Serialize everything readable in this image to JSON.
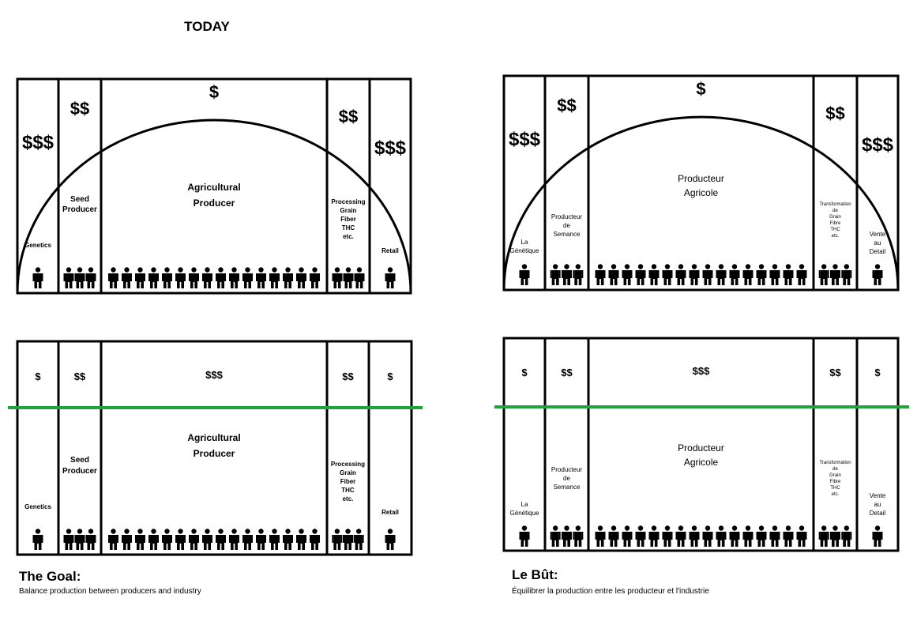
{
  "page": {
    "title": "TODAY",
    "goal_en": {
      "title": "The Goal:",
      "subtitle": "Balance production between producers and industry"
    },
    "goal_fr": {
      "title": "Le Bût:",
      "subtitle": "Équilibrer la production entre les producteur et l'industrie"
    }
  },
  "colors": {
    "line": "#000000",
    "balance_line": "#1fa33a"
  },
  "icons": {
    "person": "person-icon"
  },
  "panels": [
    {
      "id": "today-en",
      "columns": [
        {
          "label": [
            "Genetics"
          ],
          "money": "$$$",
          "people": 1
        },
        {
          "label": [
            "Seed",
            "Producer"
          ],
          "money": "$$",
          "people": 3
        },
        {
          "label": [
            "Agricultural",
            "Producer"
          ],
          "money": "$",
          "people": 16
        },
        {
          "label": [
            "Processing",
            "Grain",
            "Fiber",
            "THC",
            "etc."
          ],
          "money": "$$",
          "people": 3
        },
        {
          "label": [
            "Retail"
          ],
          "money": "$$$",
          "people": 1
        }
      ]
    },
    {
      "id": "today-fr",
      "columns": [
        {
          "label": [
            "La",
            "Génétique"
          ],
          "money": "$$$",
          "people": 1
        },
        {
          "label": [
            "Producteur",
            "de",
            "Semance"
          ],
          "money": "$$",
          "people": 3
        },
        {
          "label": [
            "Producteur",
            "Agricole"
          ],
          "money": "$",
          "people": 16
        },
        {
          "label": [
            "Transformation",
            "de",
            "Grain",
            "Fibre",
            "THC",
            "etc."
          ],
          "money": "$$",
          "people": 3
        },
        {
          "label": [
            "Vente",
            "au",
            "Detail"
          ],
          "money": "$$$",
          "people": 1
        }
      ]
    },
    {
      "id": "goal-en",
      "columns": [
        {
          "label": [
            "Genetics"
          ],
          "money": "$",
          "people": 1
        },
        {
          "label": [
            "Seed",
            "Producer"
          ],
          "money": "$$",
          "people": 3
        },
        {
          "label": [
            "Agricultural",
            "Producer"
          ],
          "money": "$$$",
          "people": 16
        },
        {
          "label": [
            "Processing",
            "Grain",
            "Fiber",
            "THC",
            "etc."
          ],
          "money": "$$",
          "people": 3
        },
        {
          "label": [
            "Retail"
          ],
          "money": "$",
          "people": 1
        }
      ]
    },
    {
      "id": "goal-fr",
      "columns": [
        {
          "label": [
            "La",
            "Génétique"
          ],
          "money": "$",
          "people": 1
        },
        {
          "label": [
            "Producteur",
            "de",
            "Semance"
          ],
          "money": "$$",
          "people": 3
        },
        {
          "label": [
            "Producteur",
            "Agricole"
          ],
          "money": "$$$",
          "people": 16
        },
        {
          "label": [
            "Transformation",
            "de",
            "Grain",
            "Fibre",
            "THC",
            "etc."
          ],
          "money": "$$",
          "people": 3
        },
        {
          "label": [
            "Vente",
            "au",
            "Detail"
          ],
          "money": "$",
          "people": 1
        }
      ]
    }
  ]
}
